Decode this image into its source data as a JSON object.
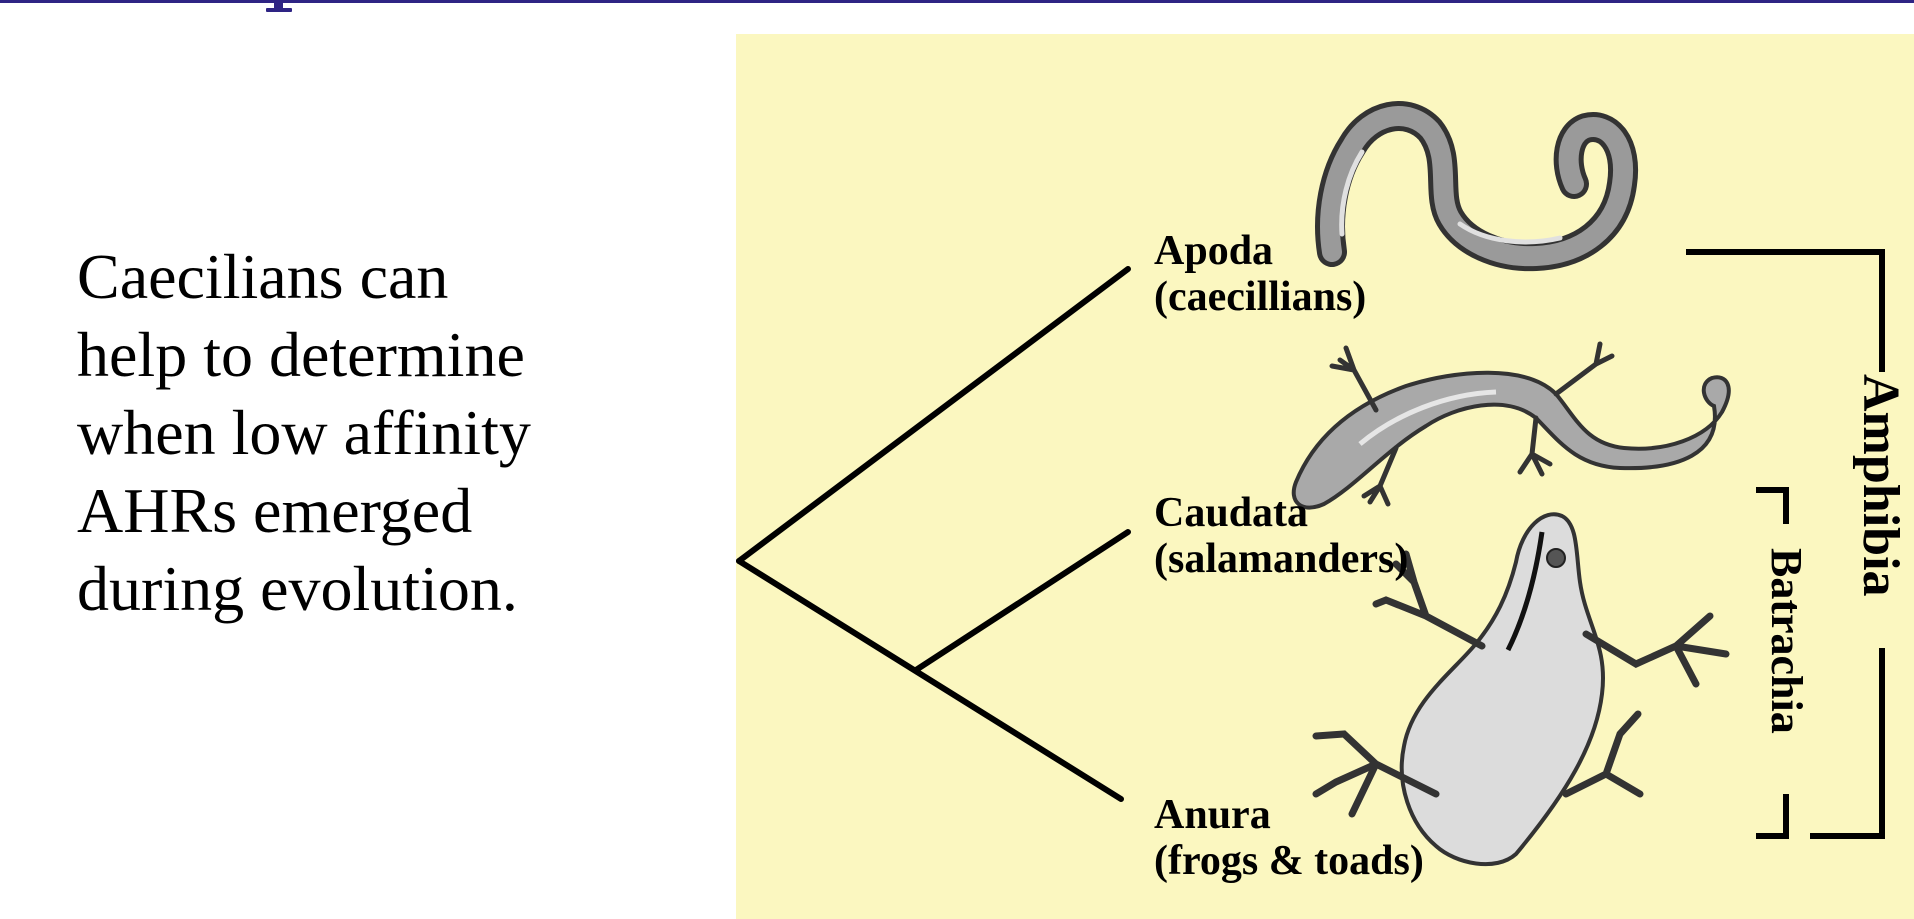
{
  "slide": {
    "body_lines": [
      "Caecilians can",
      "help to determine",
      "when low affinity",
      "AHRs emerged",
      "during evolution."
    ],
    "title_color": "#2e2484"
  },
  "figure": {
    "background": "#fbf7c0",
    "taxa": [
      {
        "name": "Apoda",
        "common": "(caecillians)",
        "icon": "caecilian-illustration"
      },
      {
        "name": "Caudata",
        "common": "(salamanders)",
        "icon": "salamander-illustration"
      },
      {
        "name": "Anura",
        "common": "(frogs & toads)",
        "icon": "frog-illustration"
      }
    ],
    "clades": {
      "outer": "Amphibia",
      "inner": "Batrachia"
    }
  }
}
